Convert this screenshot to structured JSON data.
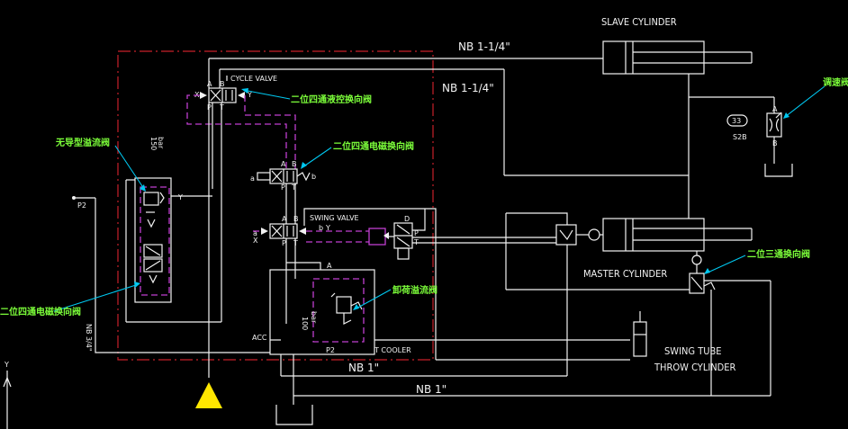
{
  "labels": {
    "slave_cylinder": "SLAVE CYLINDER",
    "master_cylinder": "MASTER CYLINDER",
    "swing_tube_1": "SWING TUBE",
    "swing_tube_2": "THROW CYLINDER",
    "cycle_valve": "CYCLE VALVE",
    "swing_valve": "SWING VALVE",
    "nb_114_a": "NB 1-1/4\"",
    "nb_114_b": "NB 1-1/4\"",
    "nb_1_a": "NB 1\"",
    "nb_1_b": "NB 1\"",
    "nb_34": "NB 3/4\"",
    "p2_left": "P2",
    "p2_bottom": "P2",
    "acc": "ACC",
    "cooler": "T COOLER",
    "bar_150": "150",
    "bar_150_unit": "bar",
    "bar_100": "100",
    "bar_100_unit": "bar",
    "code_33": "33",
    "code_s2b": "S2B",
    "y_axis": "Y"
  },
  "annotations": {
    "two_pos_four_way_hydraulic": "二位四通液控换向阀",
    "two_pos_four_way_solenoid_top": "二位四通电磁换向阀",
    "unpiloted_relief": "无导型溢流阀",
    "two_pos_four_way_solenoid_left": "二位四通电磁换向阀",
    "unloading_relief": "卸荷溢流阀",
    "speed_valve": "调速阀",
    "two_pos_three_way": "二位三通换向阀"
  },
  "colors": {
    "background": "#000000",
    "line": "#f2f2f2",
    "boundary": "#c8202a",
    "pilot": "#c03fd0",
    "leader": "#00c8f0",
    "annotation_text": "#7cff3a",
    "pump": "#ffe600"
  }
}
